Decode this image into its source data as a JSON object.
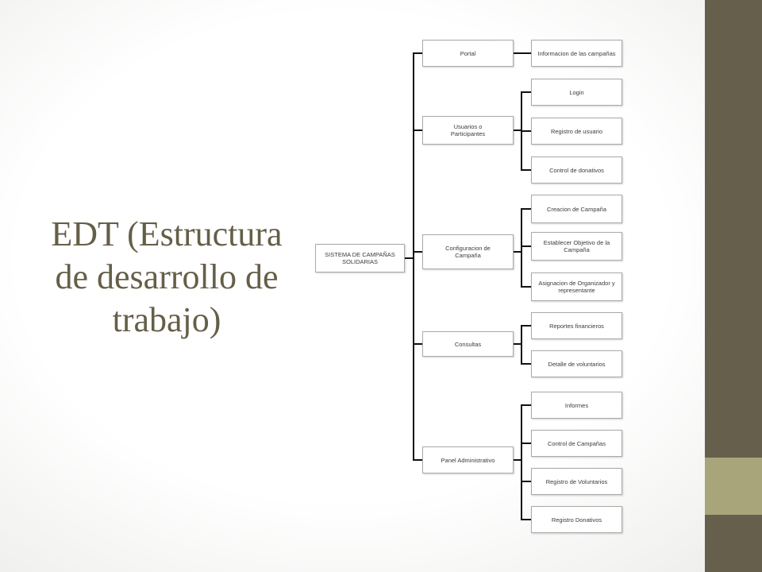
{
  "slide": {
    "title": "EDT (Estructura de desarrollo de trabajo)"
  },
  "colors": {
    "title": "#655f48",
    "sidebar_dark": "#665f4b",
    "sidebar_light": "#a8a57b",
    "connector": "#111111",
    "box_border": "#a9a9a9"
  },
  "wbs": {
    "root": "SISTEMA  DE CAMPAÑAS SOLIDARIAS",
    "branches": [
      {
        "label": "Portal",
        "children": [
          "Informacion de las campañas"
        ]
      },
      {
        "label": "Usuarios o\nParticipantes",
        "children": [
          "Login",
          "Registro de usuario",
          "Control de donativos"
        ]
      },
      {
        "label": "Configuracion de\nCampaña",
        "children": [
          "Creacion de Campaña",
          "Establecer Objetivo de la Campaña",
          "Asignacion de Organizador y representante"
        ]
      },
      {
        "label": "Consultas",
        "children": [
          "Reportes financieros",
          "Detalle de voluntarios"
        ]
      },
      {
        "label": "Panel Administrativo",
        "children": [
          "Informes",
          "Control de Campañas",
          "Registro de Voluntarios",
          "Registro Donativos"
        ]
      }
    ]
  }
}
